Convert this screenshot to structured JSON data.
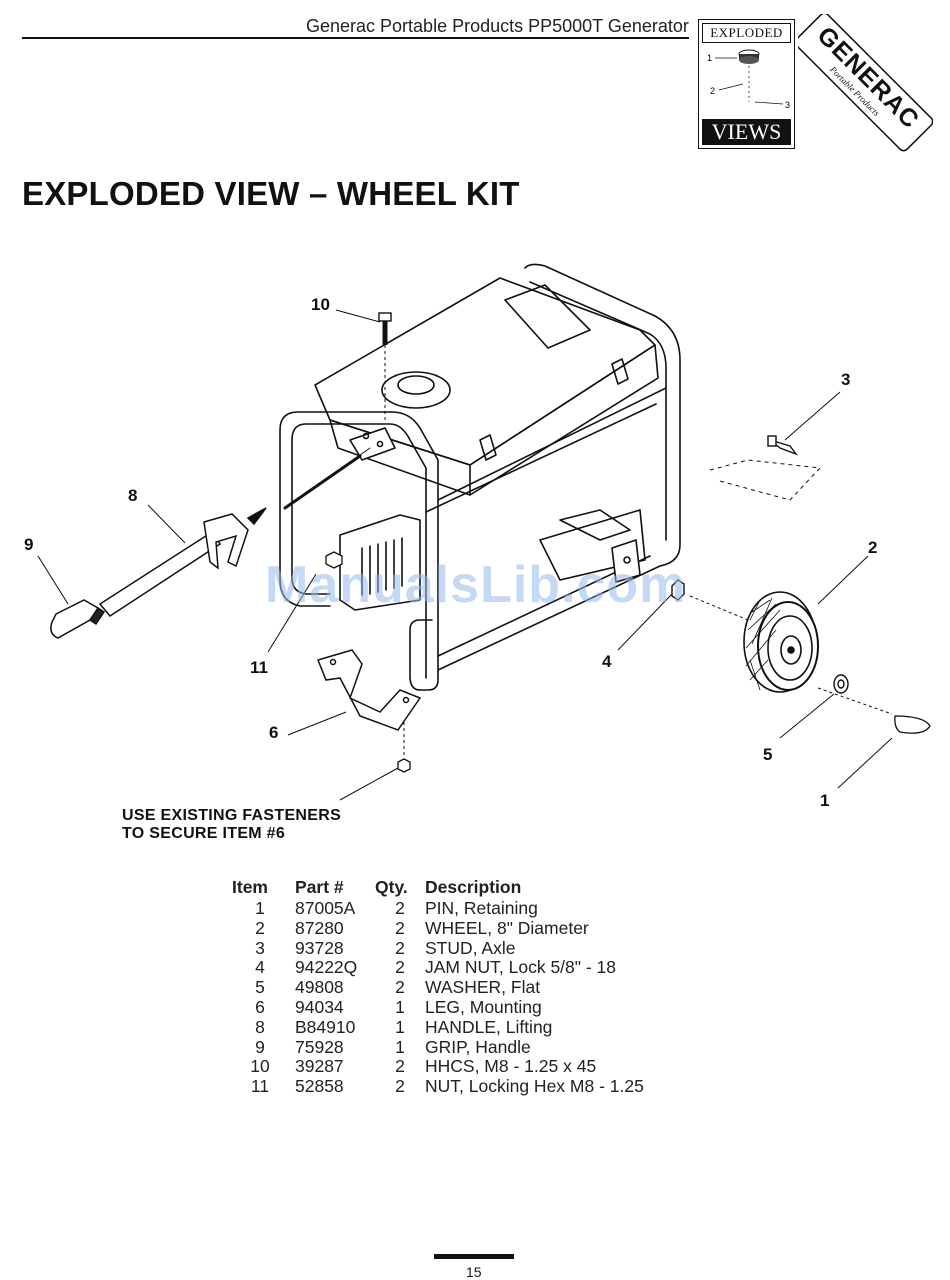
{
  "header": {
    "title": "Generac Portable Products PP5000T Generator",
    "badge_top": "EXPLODED",
    "badge_bottom": "VIEWS",
    "badge_callouts": [
      "1",
      "2",
      "3"
    ],
    "logo_text": "GENERAC",
    "logo_subtext": "Portable Products"
  },
  "page_title": "EXPLODED VIEW – WHEEL KIT",
  "diagram": {
    "callouts": [
      "1",
      "2",
      "3",
      "4",
      "5",
      "6",
      "8",
      "9",
      "10",
      "11"
    ],
    "note_line1": "USE EXISTING FASTENERS",
    "note_line2": "TO SECURE ITEM #6"
  },
  "watermark": "ManualsLib.com",
  "parts_table": {
    "headers": [
      "Item",
      "Part #",
      "Qty.",
      "Description"
    ],
    "rows": [
      [
        "1",
        "87005A",
        "2",
        "PIN, Retaining"
      ],
      [
        "2",
        "87280",
        "2",
        "WHEEL, 8\" Diameter"
      ],
      [
        "3",
        "93728",
        "2",
        "STUD, Axle"
      ],
      [
        "4",
        "94222Q",
        "2",
        "JAM NUT, Lock 5/8\" - 18"
      ],
      [
        "5",
        "49808",
        "2",
        "WASHER, Flat"
      ],
      [
        "6",
        "94034",
        "1",
        "LEG, Mounting"
      ],
      [
        "8",
        "B84910",
        "1",
        "HANDLE, Lifting"
      ],
      [
        "9",
        "75928",
        "1",
        "GRIP, Handle"
      ],
      [
        "10",
        "39287",
        "2",
        "HHCS, M8 - 1.25 x 45"
      ],
      [
        "11",
        "52858",
        "2",
        "NUT, Locking Hex M8 - 1.25"
      ]
    ]
  },
  "footer": {
    "page_number": "15"
  }
}
